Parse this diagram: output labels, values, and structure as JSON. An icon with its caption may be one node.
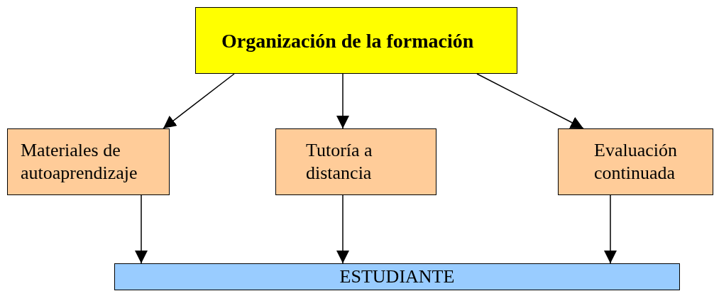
{
  "diagram": {
    "nodes": [
      {
        "text": [
          "Organización de la formación"
        ]
      },
      {
        "text": [
          "Materiales de autoaprendizaje"
        ]
      },
      {
        "text": [
          "Tutoría a distancia"
        ]
      },
      {
        "text": [
          "Evaluación continuada"
        ]
      },
      {
        "text": [
          "ESTUDIANTE"
        ]
      }
    ],
    "edges": [
      {
        "from": 0,
        "to": 1,
        "arrow": "to"
      },
      {
        "from": 0,
        "to": 2,
        "arrow": "to"
      },
      {
        "from": 0,
        "to": 3,
        "arrow": "to"
      },
      {
        "from": 1,
        "to": 4,
        "arrow": "to"
      },
      {
        "from": 2,
        "to": 4,
        "arrow": "to"
      },
      {
        "from": 3,
        "to": 4,
        "arrow": "to"
      }
    ]
  }
}
